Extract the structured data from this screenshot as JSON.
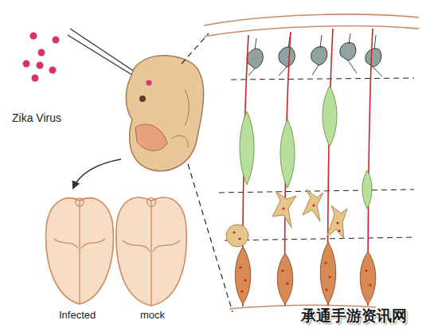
{
  "diagram": {
    "labels": [
      "Zika Virus",
      "Infected",
      "mock",
      "承通手游资讯网"
    ]
  }
}
